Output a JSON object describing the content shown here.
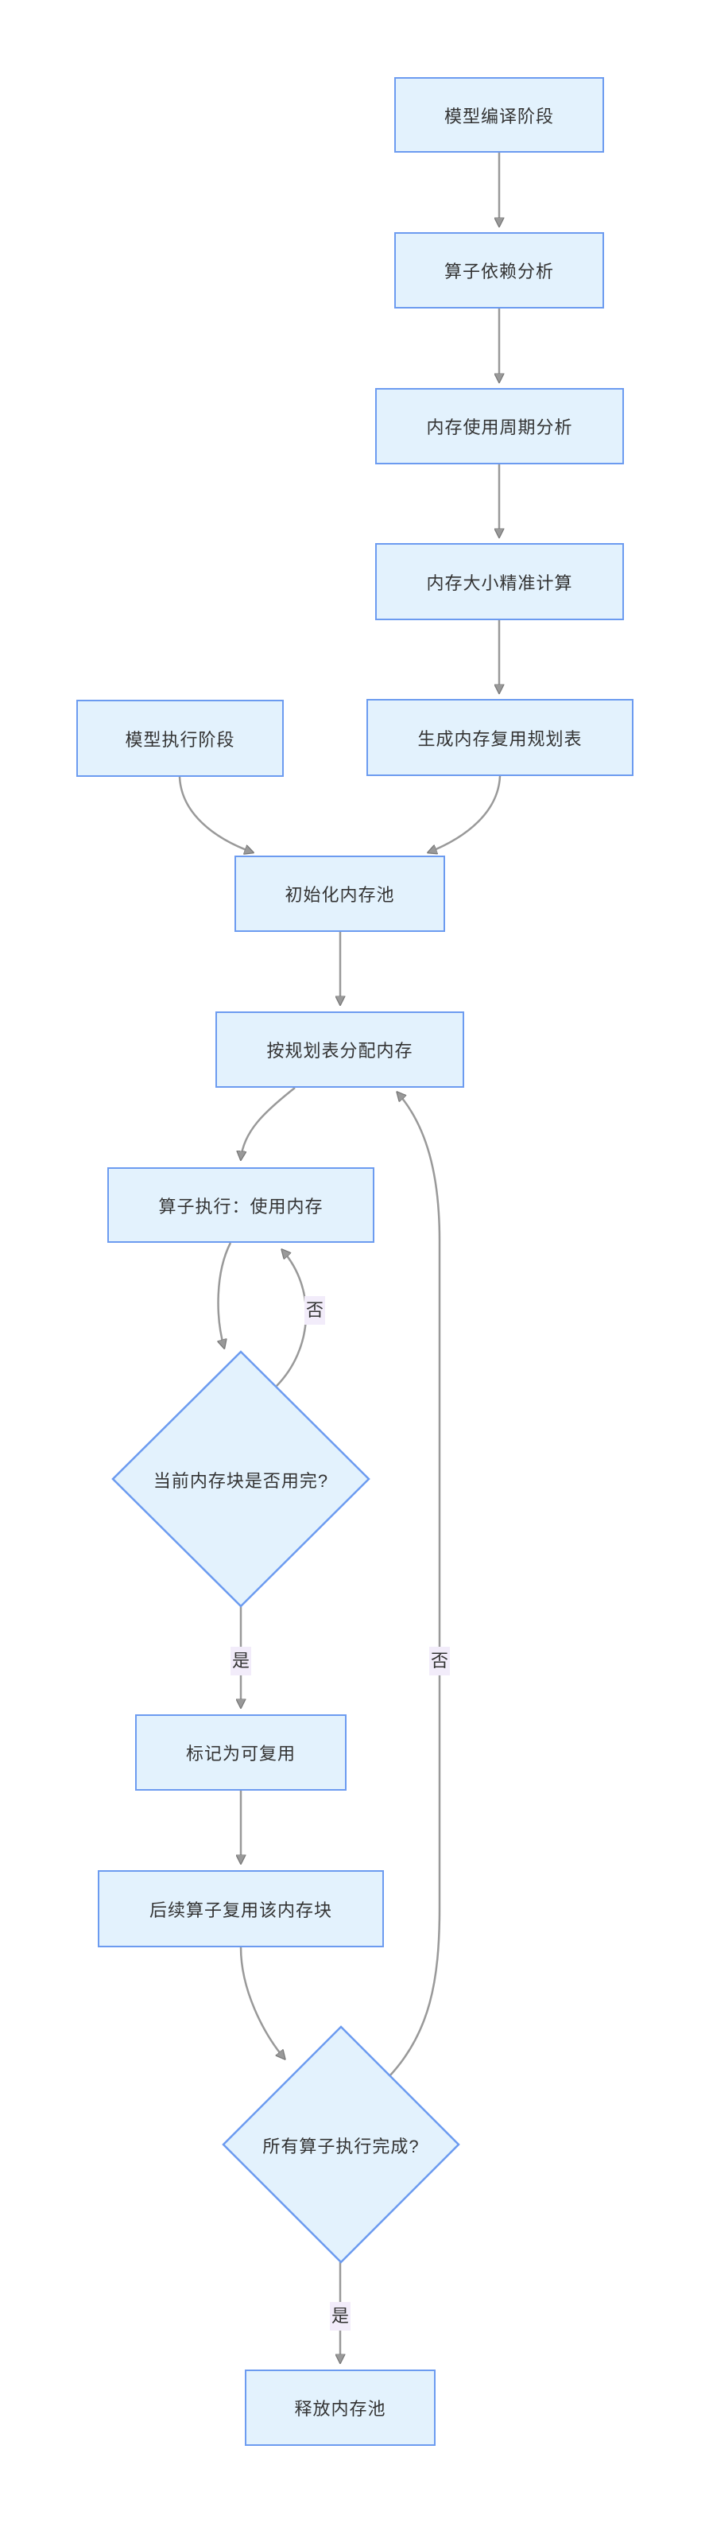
{
  "diagram": {
    "nodes": {
      "compile_phase": {
        "label": "模型编译阶段"
      },
      "op_dependency": {
        "label": "算子依赖分析"
      },
      "mem_lifecycle": {
        "label": "内存使用周期分析"
      },
      "mem_size_calc": {
        "label": "内存大小精准计算"
      },
      "exec_phase": {
        "label": "模型执行阶段"
      },
      "reuse_plan": {
        "label": "生成内存复用规划表"
      },
      "init_pool": {
        "label": "初始化内存池"
      },
      "alloc_by_plan": {
        "label": "按规划表分配内存"
      },
      "op_exec": {
        "label": "算子执行：使用内存"
      },
      "block_used_up": {
        "label": "当前内存块是否用完?"
      },
      "mark_reusable": {
        "label": "标记为可复用"
      },
      "reuse_block": {
        "label": "后续算子复用该内存块"
      },
      "all_ops_done": {
        "label": "所有算子执行完成?"
      },
      "release_pool": {
        "label": "释放内存池"
      }
    },
    "edge_labels": {
      "no_loop_op_exec": "否",
      "yes_mark_reusable": "是",
      "no_loop_alloc": "否",
      "yes_release": "是"
    },
    "colors": {
      "node_fill": "#e3f2fd",
      "node_border": "#6c9bf0",
      "edge": "#999999",
      "label_bg": "#f2ecfa",
      "text": "#333333"
    }
  }
}
